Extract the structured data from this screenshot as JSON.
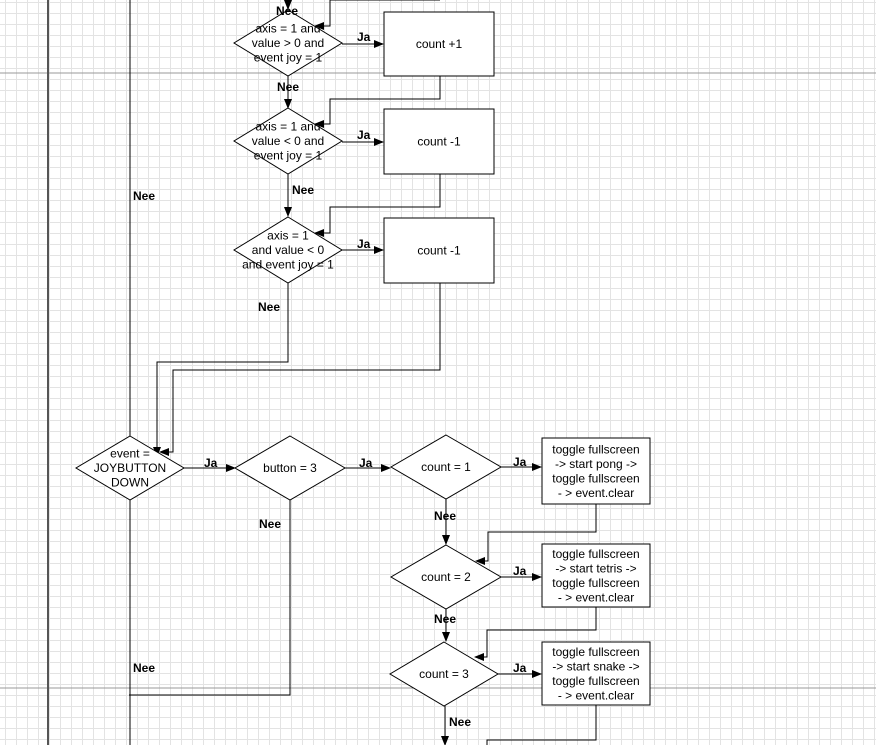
{
  "diagram": {
    "type": "flowchart",
    "edge_labels": {
      "yes": "Ja",
      "no": "Nee"
    },
    "nodes": {
      "d_axis_gt": {
        "kind": "decision",
        "lines": [
          "axis = 1 and",
          "value > 0 and",
          "event joy = 1"
        ]
      },
      "p_count_inc": {
        "kind": "process",
        "lines": [
          "count +1"
        ]
      },
      "d_axis_lt_1": {
        "kind": "decision",
        "lines": [
          "axis = 1 and",
          "value < 0 and",
          "event joy = 1"
        ]
      },
      "p_count_dec_1": {
        "kind": "process",
        "lines": [
          "count -1"
        ]
      },
      "d_axis_lt_2": {
        "kind": "decision",
        "lines": [
          "axis = 1",
          "and value < 0",
          "and event joy = 1"
        ]
      },
      "p_count_dec_2": {
        "kind": "process",
        "lines": [
          "count -1"
        ]
      },
      "d_event_button": {
        "kind": "decision",
        "lines": [
          "event =",
          "JOYBUTTON",
          "DOWN"
        ]
      },
      "d_button3": {
        "kind": "decision",
        "lines": [
          "button = 3"
        ]
      },
      "d_count1": {
        "kind": "decision",
        "lines": [
          "count = 1"
        ]
      },
      "p_pong": {
        "kind": "process",
        "lines": [
          "toggle fullscreen",
          "-> start pong ->",
          "toggle fullscreen",
          "- > event.clear"
        ]
      },
      "d_count2": {
        "kind": "decision",
        "lines": [
          "count = 2"
        ]
      },
      "p_tetris": {
        "kind": "process",
        "lines": [
          "toggle fullscreen",
          "-> start tetris ->",
          "toggle fullscreen",
          "- > event.clear"
        ]
      },
      "d_count3": {
        "kind": "decision",
        "lines": [
          "count = 3"
        ]
      },
      "p_snake": {
        "kind": "process",
        "lines": [
          "toggle fullscreen",
          "-> start snake ->",
          "toggle fullscreen",
          "- > event.clear"
        ]
      }
    },
    "edges": [
      {
        "from": "d_axis_gt",
        "to": "p_count_inc",
        "label": "Ja"
      },
      {
        "from": "d_axis_gt",
        "to": "d_axis_lt_1",
        "label": "Nee"
      },
      {
        "from": "p_count_inc",
        "to": "d_axis_lt_1",
        "label": ""
      },
      {
        "from": "d_axis_lt_1",
        "to": "p_count_dec_1",
        "label": "Ja"
      },
      {
        "from": "d_axis_lt_1",
        "to": "d_axis_lt_2",
        "label": "Nee"
      },
      {
        "from": "p_count_dec_1",
        "to": "d_axis_lt_2",
        "label": ""
      },
      {
        "from": "d_axis_lt_2",
        "to": "p_count_dec_2",
        "label": "Ja"
      },
      {
        "from": "d_axis_lt_2",
        "to": "d_event_button",
        "label": "Nee"
      },
      {
        "from": "p_count_dec_2",
        "to": "d_event_button",
        "label": ""
      },
      {
        "from": "incoming_left",
        "to": "d_event_button",
        "label": "Nee"
      },
      {
        "from": "d_event_button",
        "to": "d_button3",
        "label": "Ja"
      },
      {
        "from": "d_event_button",
        "to": "bottom",
        "label": "Nee"
      },
      {
        "from": "d_button3",
        "to": "d_count1",
        "label": "Ja"
      },
      {
        "from": "d_button3",
        "to": "bottom",
        "label": "Nee"
      },
      {
        "from": "d_count1",
        "to": "p_pong",
        "label": "Ja"
      },
      {
        "from": "d_count1",
        "to": "d_count2",
        "label": "Nee"
      },
      {
        "from": "p_pong",
        "to": "d_count2",
        "label": ""
      },
      {
        "from": "d_count2",
        "to": "p_tetris",
        "label": "Ja"
      },
      {
        "from": "d_count2",
        "to": "d_count3",
        "label": "Nee"
      },
      {
        "from": "p_tetris",
        "to": "d_count3",
        "label": ""
      },
      {
        "from": "d_count3",
        "to": "p_snake",
        "label": "Ja"
      },
      {
        "from": "d_count3",
        "to": "bottom",
        "label": "Nee"
      },
      {
        "from": "p_snake",
        "to": "bottom",
        "label": ""
      }
    ],
    "top_incoming_label": "Nee"
  }
}
